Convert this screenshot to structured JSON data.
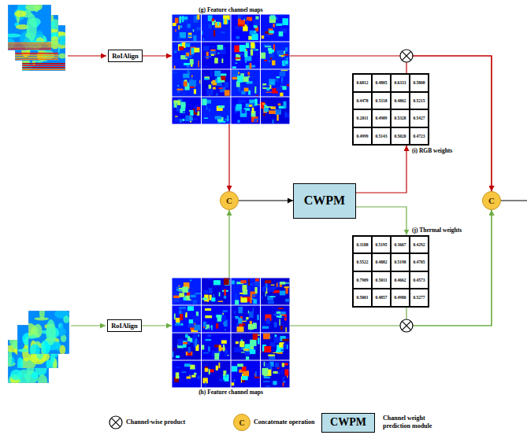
{
  "diagram": {
    "nodes": [
      {
        "text": [
          "RoIAlign"
        ]
      },
      {
        "text": [
          "(g) Feature channel maps"
        ]
      },
      {
        "text": [
          "(i) RGB weights"
        ]
      },
      {
        "text": [
          "C"
        ]
      },
      {
        "text": [
          "CWPM"
        ]
      },
      {
        "text": [
          "(j) Thermal weights"
        ]
      },
      {
        "text": [
          "C"
        ]
      },
      {
        "text": [
          "RoIAlign"
        ]
      },
      {
        "text": [
          "(h) Feature channel maps"
        ]
      }
    ],
    "edges": [
      {
        "from": 0,
        "to": 1,
        "arrow": "to"
      },
      {
        "from": 1,
        "to": 3,
        "arrow": "to"
      },
      {
        "from": 1,
        "to": 6,
        "arrow": "to"
      },
      {
        "from": 2,
        "to": 6,
        "arrow": "to"
      },
      {
        "from": 3,
        "to": 4,
        "arrow": "to"
      },
      {
        "from": 4,
        "to": 2,
        "arrow": "to"
      },
      {
        "from": 4,
        "to": 5,
        "arrow": "to"
      },
      {
        "from": 5,
        "to": 6,
        "arrow": "to"
      },
      {
        "from": 7,
        "to": 8,
        "arrow": "to"
      },
      {
        "from": 8,
        "to": 3,
        "arrow": "to"
      },
      {
        "from": 8,
        "to": 6,
        "arrow": "to"
      }
    ],
    "labels": [
      "0.6812",
      "0.4805",
      "0.6333",
      "0.5808",
      "0.4478",
      "0.5118",
      "0.4802",
      "0.5215",
      "0.2011",
      "0.4989",
      "0.5328",
      "0.5427",
      "0.4999",
      "0.5143",
      "0.5020",
      "0.4723",
      "0.3188",
      "0.5195",
      "0.3667",
      "0.4292",
      "0.5522",
      "0.4882",
      "0.5198",
      "0.4785",
      "0.7989",
      "0.5011",
      "0.4662",
      "0.4573",
      "0.5001",
      "0.4857",
      "0.4980",
      "0.5277",
      "C",
      "CWPM"
    ],
    "legend": [
      {
        "text": "Channel-wise product"
      },
      {
        "text": "Concatenate operation"
      },
      {
        "text": "Channel weight prediction module"
      }
    ]
  }
}
